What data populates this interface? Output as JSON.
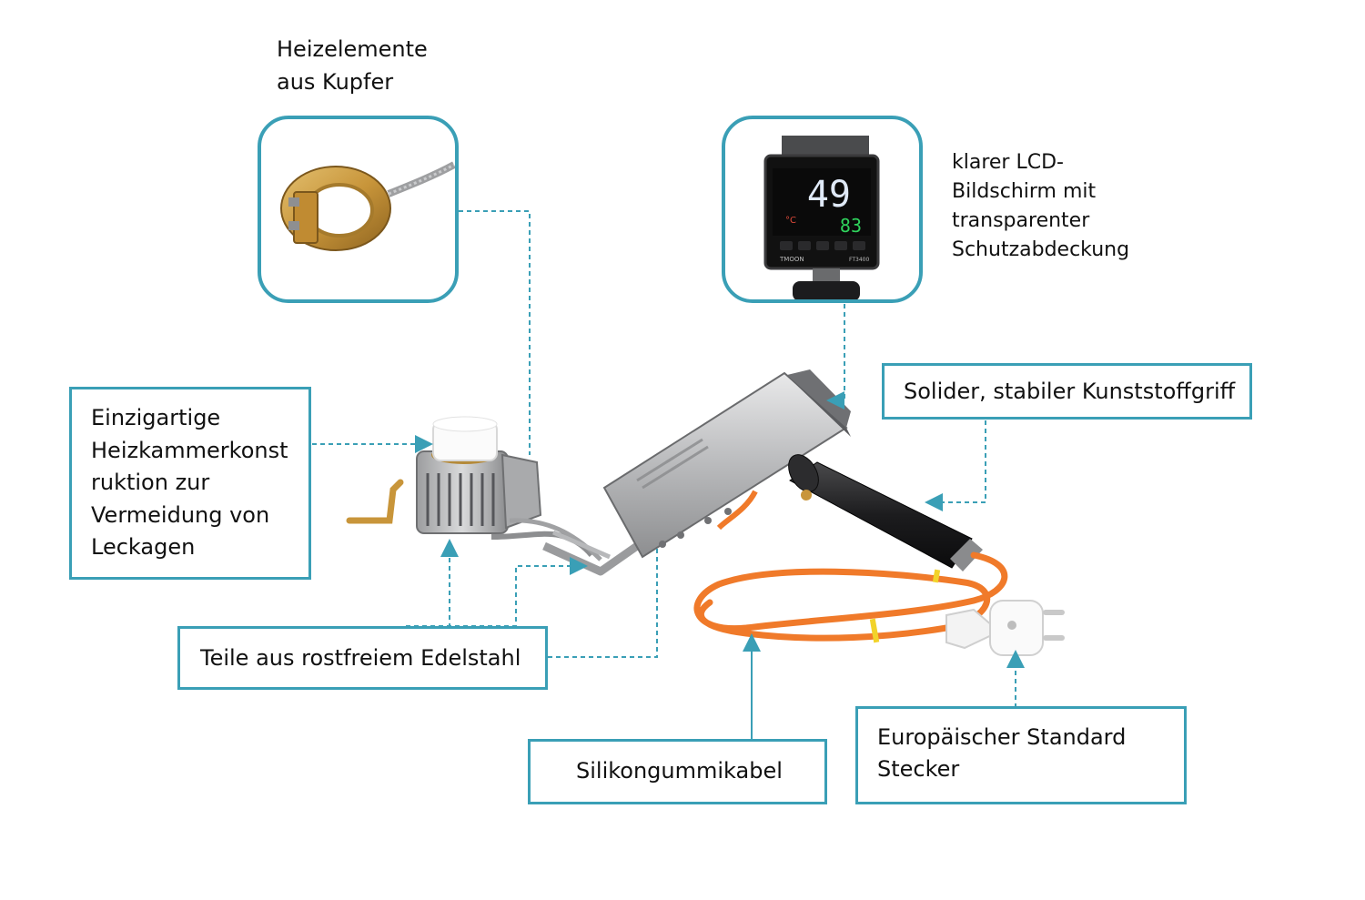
{
  "annotations": {
    "heating_elements": {
      "line1": "Heizelemente",
      "line2": "aus Kupfer"
    },
    "lcd": {
      "line1": "klarer LCD-",
      "line2": "Bildschirm mit",
      "line3": "transparenter",
      "line4": "Schutzabdeckung"
    },
    "grip": "Solider, stabiler Kunststoffgriff",
    "chamber": {
      "line1": "Einzigartige",
      "line2": "Heizkammerkonst",
      "line3": "ruktion zur",
      "line4": "Vermeidung von",
      "line5": "Leckagen"
    },
    "stainless": "Teile aus rostfreiem Edelstahl",
    "cable": "Silikongummikabel",
    "plug": {
      "line1": "Europäischer Standard",
      "line2": "Stecker"
    }
  },
  "display": {
    "value_main": "49",
    "value_sub": "83",
    "brand": "TMOON",
    "model": "FT3400"
  },
  "colors": {
    "accent": "#3a9fb6",
    "cable": "#f07a2a",
    "copper": "#c8953a"
  }
}
